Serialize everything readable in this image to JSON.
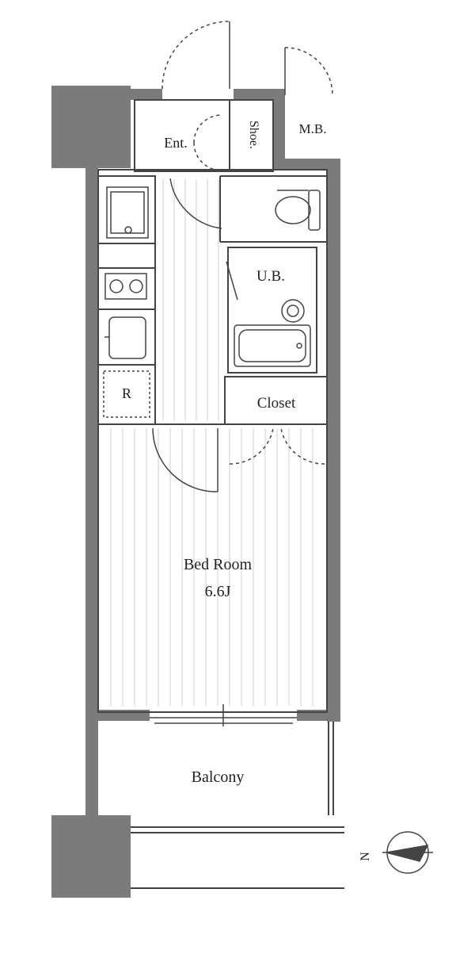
{
  "labels": {
    "entrance": "Ent.",
    "shoe": "Shoe.",
    "meter_box": "M.B.",
    "unit_bath": "U.B.",
    "refrigerator": "R",
    "closet": "Closet",
    "bedroom": "Bed Room",
    "bedroom_size": "6.6J",
    "balcony": "Balcony",
    "north": "N"
  },
  "colors": {
    "wall": "#7b7b7b",
    "line": "#444444",
    "floor_line": "#c8c8c8"
  },
  "icons": [
    "compass-icon",
    "toilet-icon",
    "bathtub-icon",
    "sink-icon",
    "stove-icon",
    "kitchen-sink-icon",
    "washing-machine-icon"
  ]
}
